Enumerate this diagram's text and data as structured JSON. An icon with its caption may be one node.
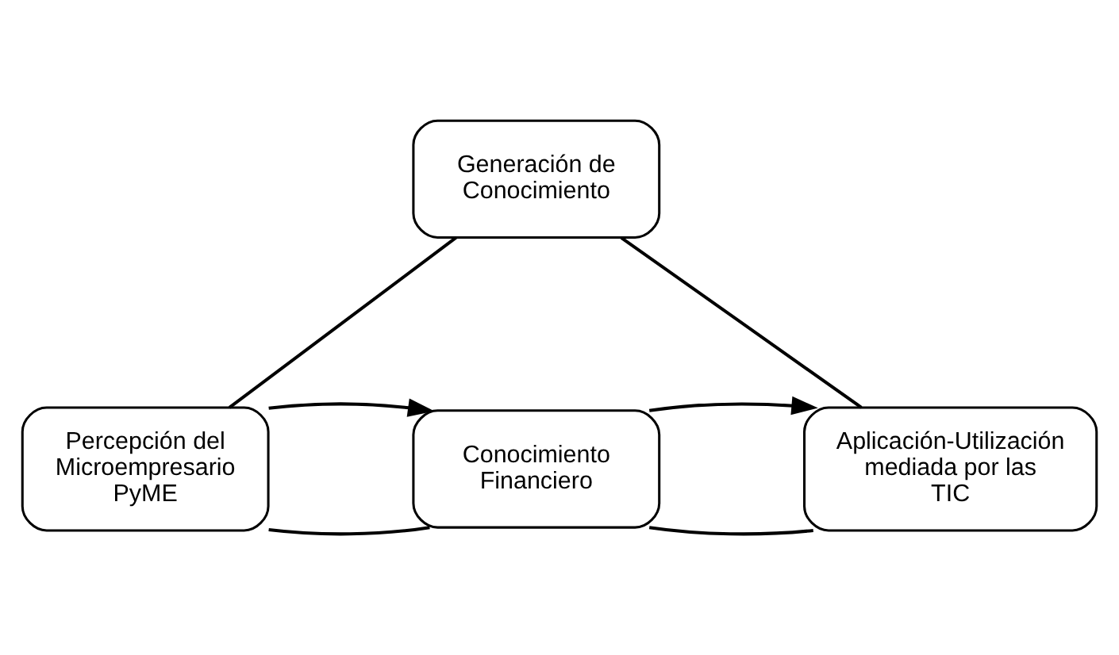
{
  "diagram": {
    "nodes": [
      {
        "text": [
          "Percepción del Microempresario PyME"
        ]
      },
      {
        "text": [
          "Generación de Conocimiento"
        ]
      },
      {
        "text": [
          "Conocimiento Financiero"
        ]
      },
      {
        "text": [
          "Aplicación-Utilización mediada por las TIC"
        ]
      }
    ],
    "edges": [
      {
        "from": 0,
        "to": 1,
        "arrow": "none"
      },
      {
        "from": 0,
        "to": 2,
        "arrow": "none"
      },
      {
        "from": 1,
        "to": 3,
        "arrow": "none"
      },
      {
        "from": 2,
        "to": 3,
        "arrow": "none"
      },
      {
        "from": 0,
        "to": 2,
        "arrow": "to"
      },
      {
        "from": 2,
        "to": 3,
        "arrow": "to"
      }
    ]
  }
}
